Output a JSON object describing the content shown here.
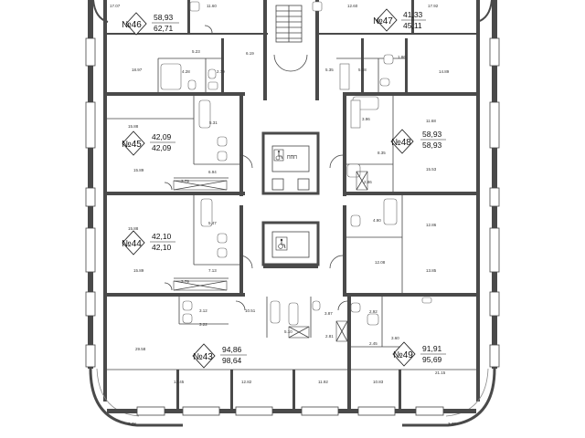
{
  "apartments": [
    {
      "number": "№46",
      "area_1": "58,93",
      "area_2": "62,71"
    },
    {
      "number": "№47",
      "area_1": "41,33",
      "area_2": "45,11"
    },
    {
      "number": "№45",
      "area_1": "42,09",
      "area_2": "42,09"
    },
    {
      "number": "№48",
      "area_1": "58,93",
      "area_2": "58,93"
    },
    {
      "number": "№44",
      "area_1": "42,10",
      "area_2": "42,10"
    },
    {
      "number": "№43",
      "area_1": "94,86",
      "area_2": "98,64"
    },
    {
      "number": "№49",
      "area_1": "91,91",
      "area_2": "95,69"
    }
  ],
  "room_labels": [
    "17.07",
    "11.60",
    "12.60",
    "17.92",
    "5.23",
    "6.19",
    "5.35",
    "5.18",
    "18.97",
    "4.28",
    "2.79",
    "1.86",
    "14.89",
    "5.31",
    "3.96",
    "11.68",
    "15.88",
    "8.35",
    "6.94",
    "15.53",
    "15.89",
    "3.79",
    "2.86",
    "15.88",
    "4.90",
    "12.86",
    "5.47",
    "7.13",
    "12.08",
    "13.85",
    "15.89",
    "3.79",
    "3.12",
    "10.51",
    "3.87",
    "2.92",
    "3.22",
    "5.10",
    "29.58",
    "2.81",
    "2.45",
    "3.60",
    "12.45",
    "12.82",
    "11.92",
    "10.83",
    "21.15",
    "3.78",
    "3.78"
  ],
  "lift_labels": [
    "ППП"
  ],
  "icons": [
    "wheelchair-icon",
    "wheelchair-icon"
  ],
  "colors": {
    "wall": "#4a4a4a",
    "line": "#444444",
    "background": "#ffffff"
  }
}
